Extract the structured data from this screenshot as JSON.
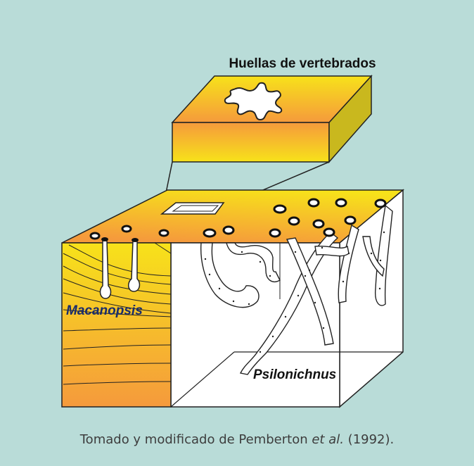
{
  "figure": {
    "title": "Huellas de vertebrados",
    "label_left": "Macanopsis",
    "label_right": "Psilonichnus"
  },
  "caption": {
    "prefix": "Tomado y modificado de Pemberton ",
    "italic": "et al.",
    "suffix": " (1992)."
  },
  "colors": {
    "background": "#b9dcd8",
    "sediment_top": "#f7e21a",
    "sediment_bottom": "#f59a3c",
    "burrow_fill": "#ffffff",
    "outline": "#222222"
  }
}
